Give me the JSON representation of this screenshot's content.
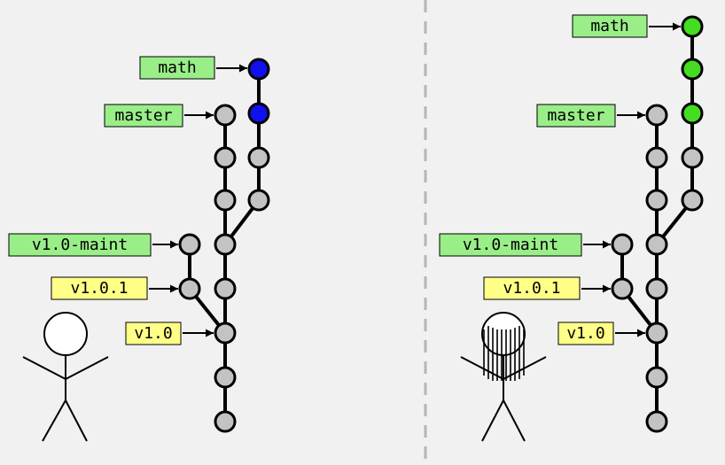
{
  "colors": {
    "background": "#f1f1f1",
    "divider": "#b5b5b5",
    "commit_default": "#c3c3c3",
    "commit_left_math": "#1111ee",
    "commit_right_math": "#44dd22",
    "branch_label_bg": "#99ee88",
    "tag_label_bg": "#ffff88",
    "stroke": "#000000"
  },
  "left_repo": {
    "labels": {
      "math": "math",
      "master": "master",
      "maint": "v1.0-maint",
      "tag_101": "v1.0.1",
      "tag_10": "v1.0"
    },
    "figure": "stick-figure-plain"
  },
  "right_repo": {
    "labels": {
      "math": "math",
      "master": "master",
      "maint": "v1.0-maint",
      "tag_101": "v1.0.1",
      "tag_10": "v1.0"
    },
    "figure": "stick-figure-with-hair"
  }
}
